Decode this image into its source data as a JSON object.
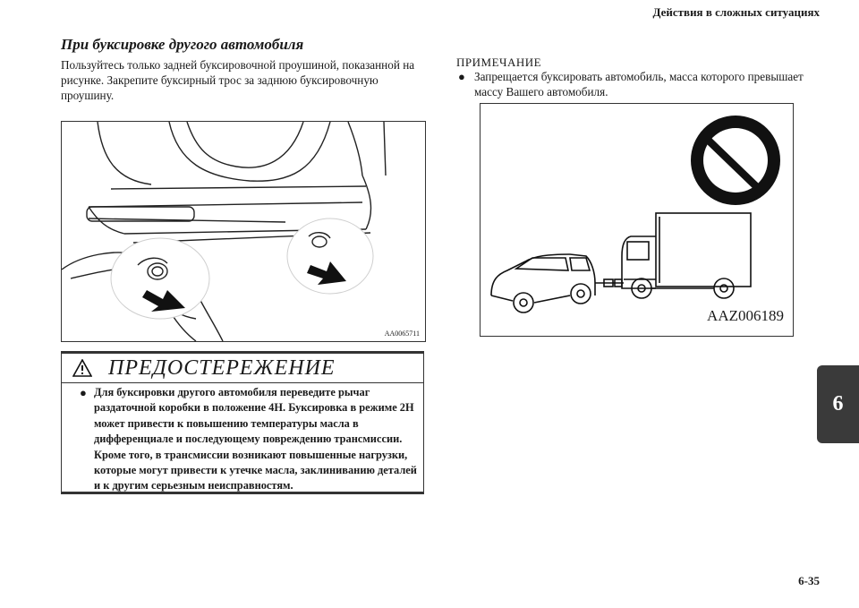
{
  "header": {
    "title": "Действия в сложных ситуациях"
  },
  "section": {
    "title": "При буксировке другого автомобиля",
    "body": "Пользуйтесь только задней буксировочной проушиной, показанной на рисунке. Закрепите буксирный трос за заднюю буксировочную проушину."
  },
  "figure1": {
    "code": "AA0065711",
    "icon": "tow-hook-illustration"
  },
  "warning": {
    "title": "ПРЕДОСТЕРЕЖЕНИЕ",
    "icon": "warning-triangle-icon",
    "bullet": "●",
    "text": "Для буксировки другого автомобиля переведите рычаг раздаточной коробки в положение 4H. Буксировка в режиме 2H может привести к повышению температуры масла в дифференциале и последующему повреждению трансмиссии. Кроме того, в трансмиссии возникают повышенные нагрузки, которые могут привести к утечке масла, заклиниванию деталей и к другим серьезным неисправностям."
  },
  "note": {
    "label": "ПРИМЕЧАНИЕ",
    "bullet": "●",
    "text": "Запрещается буксировать автомобиль, масса которого превышает массу Вашего автомобиля."
  },
  "figure2": {
    "code": "AAZ006189",
    "icon": "prohibition-icon"
  },
  "chapter_tab": "6",
  "page_number": "6-35"
}
